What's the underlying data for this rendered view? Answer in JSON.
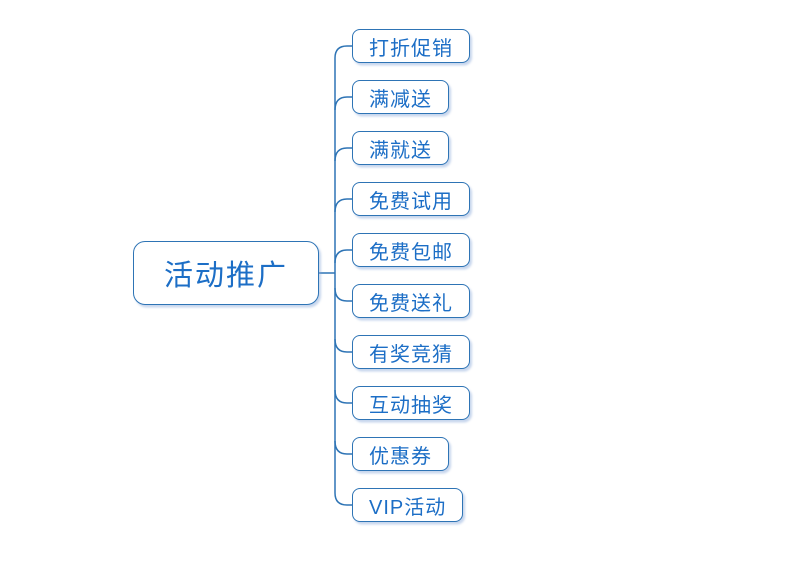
{
  "diagram": {
    "type": "mindmap",
    "root": {
      "label": "活动推广"
    },
    "children": [
      {
        "label": "打折促销"
      },
      {
        "label": "满减送"
      },
      {
        "label": "满就送"
      },
      {
        "label": "免费试用"
      },
      {
        "label": "免费包邮"
      },
      {
        "label": "免费送礼"
      },
      {
        "label": "有奖竞猜"
      },
      {
        "label": "互动抽奖"
      },
      {
        "label": "优惠券"
      },
      {
        "label": "VIP活动"
      }
    ],
    "colors": {
      "line": "#2e74b5",
      "border": "#2e74b5",
      "text": "#1c6ec6",
      "background": "#ffffff",
      "shadow": "rgba(130,165,215,0.45)"
    }
  }
}
